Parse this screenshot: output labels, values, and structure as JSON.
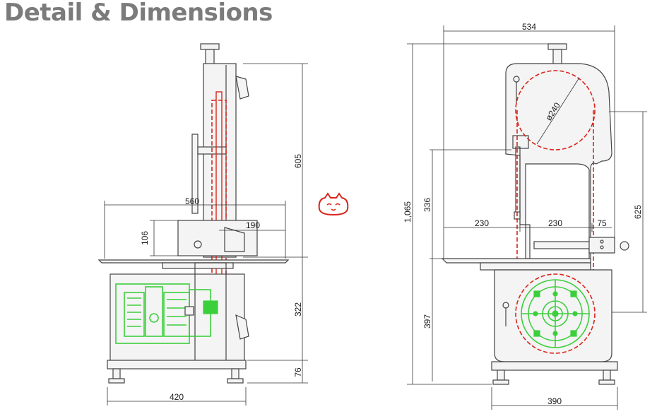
{
  "title": "Detail & Dimensions",
  "side_view": {
    "height_upper": "605",
    "width_top": "560",
    "table_offset": "190",
    "table_height": "106",
    "height_lower": "322",
    "height_feet": "76",
    "base_width": "420"
  },
  "front_view": {
    "overall_width": "534",
    "wheel_diameter": "ø240",
    "overall_height": "1,065",
    "throat_height": "336",
    "left_span": "230",
    "right_span": "230",
    "side_offset": "75",
    "right_height": "625",
    "lower_height": "397",
    "base_width": "390"
  },
  "colors": {
    "title": "#7b7b7b",
    "blade_path": "#d8261c",
    "motor": "#3ccf3c",
    "logo": "#d8261c"
  },
  "icons": [
    "cat-logo-icon"
  ]
}
